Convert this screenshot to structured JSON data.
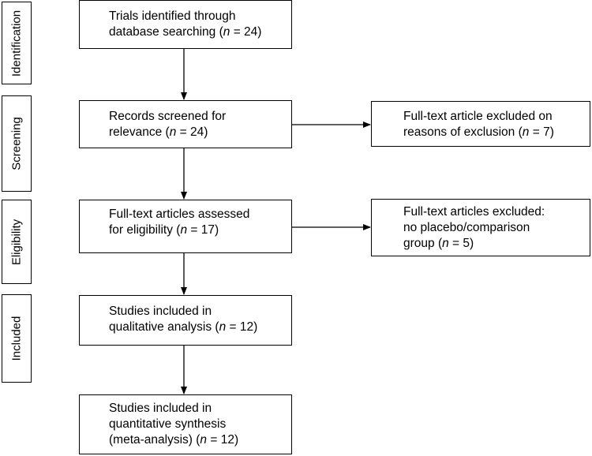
{
  "stages": [
    {
      "id": "identification",
      "label": "Identification"
    },
    {
      "id": "screening",
      "label": "Screening"
    },
    {
      "id": "eligibility",
      "label": "Eligibility"
    },
    {
      "id": "included",
      "label": "Included"
    }
  ],
  "boxes": {
    "identified": {
      "lines": [
        [
          "Trials identified through"
        ],
        [
          "database searching (",
          {
            "i": "n"
          },
          " = 24)"
        ]
      ]
    },
    "screened": {
      "lines": [
        [
          "Records screened for"
        ],
        [
          "relevance (",
          {
            "i": "n"
          },
          " = 24)"
        ]
      ]
    },
    "excluded_reasons": {
      "lines": [
        [
          "Full-text article excluded on"
        ],
        [
          "reasons of exclusion (",
          {
            "i": "n"
          },
          " = 7)"
        ]
      ]
    },
    "assessed": {
      "lines": [
        [
          "Full-text articles assessed"
        ],
        [
          "for eligibility (",
          {
            "i": "n"
          },
          " = 17)"
        ]
      ]
    },
    "excluded_placebo": {
      "lines": [
        [
          "Full-text articles excluded:"
        ],
        [
          "no placebo/comparison"
        ],
        [
          "group (",
          {
            "i": "n"
          },
          " = 5)"
        ]
      ]
    },
    "qualitative": {
      "lines": [
        [
          "Studies included in"
        ],
        [
          "qualitative analysis (",
          {
            "i": "n"
          },
          " = 12)"
        ]
      ]
    },
    "quantitative": {
      "lines": [
        [
          "Studies included in"
        ],
        [
          "quantitative synthesis"
        ],
        [
          "(meta-analysis) (",
          {
            "i": "n"
          },
          " = 12)"
        ]
      ]
    }
  }
}
